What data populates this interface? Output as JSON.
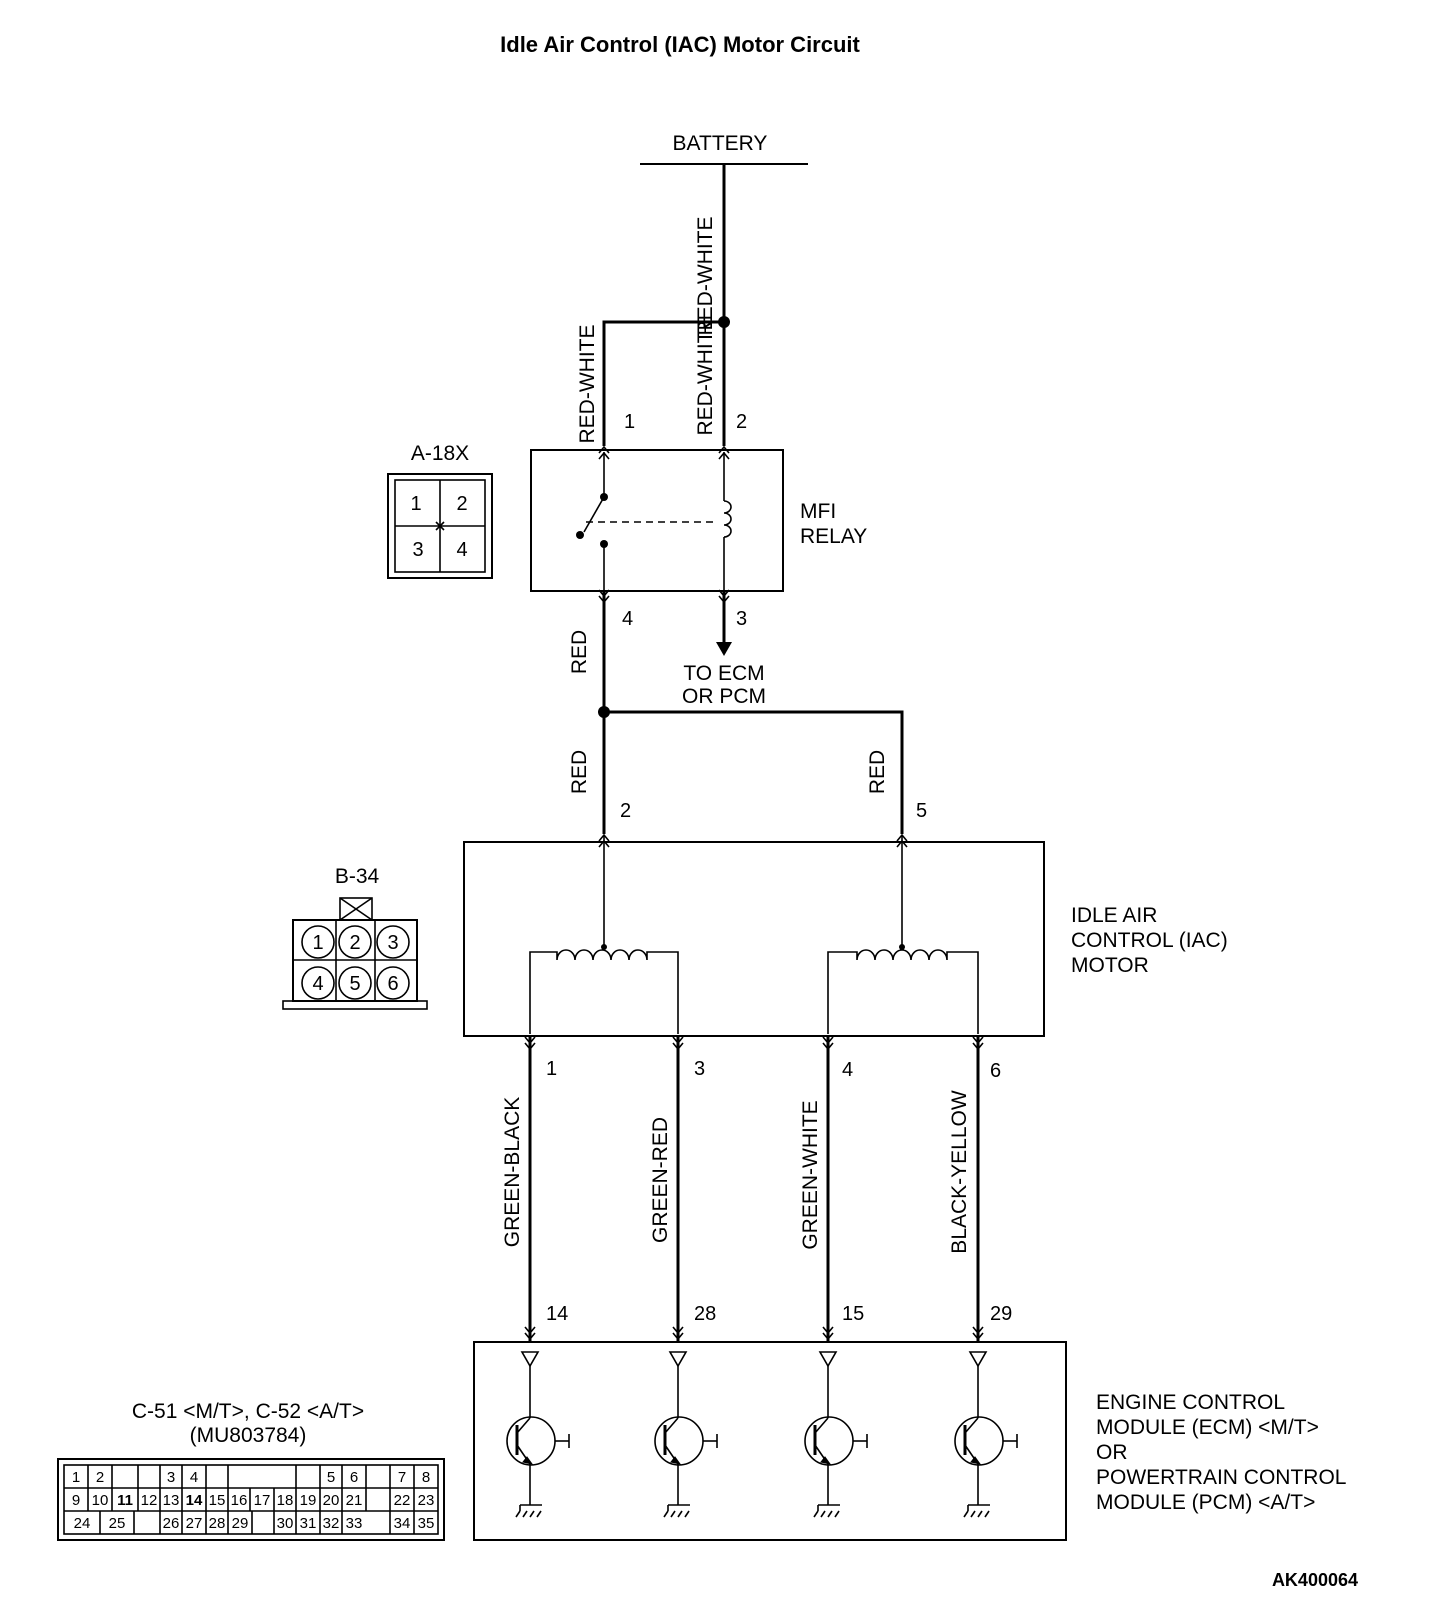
{
  "title": "Idle Air Control (IAC) Motor Circuit",
  "battery_label": "BATTERY",
  "figure_code": "AK400064",
  "wire_colors": {
    "battery_feed": "RED-WHITE",
    "relay_pin1": "RED-WHITE",
    "relay_pin2": "RED-WHITE",
    "relay_out": "RED",
    "iac_pin2": "RED",
    "iac_pin5": "RED",
    "iac_pin1": "GREEN-BLACK",
    "iac_pin3": "GREEN-RED",
    "iac_pin4": "GREEN-WHITE",
    "iac_pin6": "BLACK-YELLOW"
  },
  "relay": {
    "name_line1": "MFI",
    "name_line2": "RELAY",
    "pins": {
      "p1": "1",
      "p2": "2",
      "p3": "3",
      "p4": "4"
    },
    "connector": {
      "id": "A-18X",
      "cells": [
        "1",
        "2",
        "3",
        "4"
      ]
    }
  },
  "to_ecm": {
    "line1": "TO ECM",
    "line2": "OR PCM"
  },
  "iac_motor": {
    "name_line1": "IDLE AIR",
    "name_line2": "CONTROL (IAC)",
    "name_line3": "MOTOR",
    "pins": {
      "p1": "1",
      "p2": "2",
      "p3": "3",
      "p4": "4",
      "p5": "5",
      "p6": "6"
    },
    "connector": {
      "id": "B-34",
      "cells": [
        "1",
        "2",
        "3",
        "4",
        "5",
        "6"
      ]
    }
  },
  "ecm": {
    "line1": "ENGINE CONTROL",
    "line2": "MODULE (ECM) <M/T>",
    "line3": "OR",
    "line4": "POWERTRAIN CONTROL",
    "line5": "MODULE (PCM) <A/T>",
    "pins": {
      "p14": "14",
      "p28": "28",
      "p15": "15",
      "p29": "29"
    },
    "connector": {
      "id": "C-51 <M/T>, C-52 <A/T>",
      "part": "(MU803784)",
      "row1": [
        "1",
        "2",
        "3",
        "4",
        "5",
        "6",
        "7",
        "8"
      ],
      "row2": [
        "9",
        "10",
        "11",
        "12",
        "13",
        "14",
        "15",
        "16",
        "17",
        "18",
        "19",
        "20",
        "21",
        "22",
        "23"
      ],
      "row3": [
        "24",
        "25",
        "26",
        "27",
        "28",
        "29",
        "30",
        "31",
        "32",
        "33",
        "34",
        "35"
      ]
    }
  }
}
